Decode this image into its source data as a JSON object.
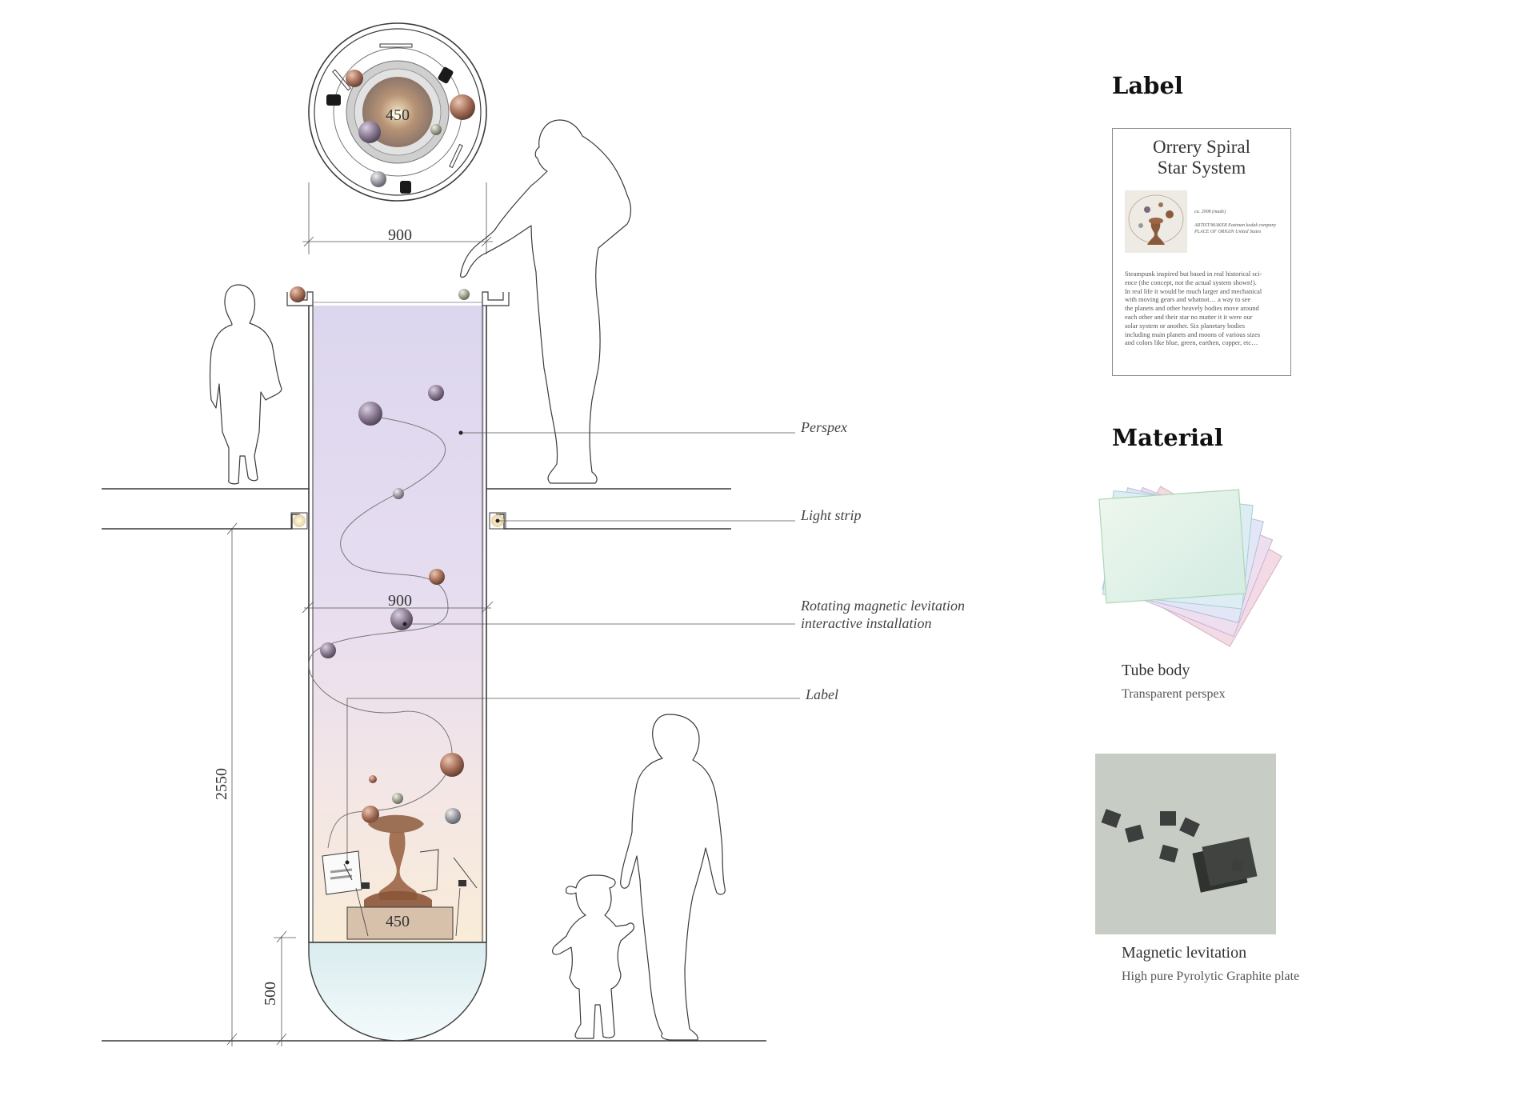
{
  "dimensions": {
    "top_view_inner": "450",
    "top_view_outer": "900",
    "tube_width": "900",
    "base_width": "450",
    "total_height": "2550",
    "bottom_height": "500"
  },
  "callouts": {
    "perspex": "Perspex",
    "light_strip": "Light strip",
    "levitation_line1": "Rotating magnetic levitation",
    "levitation_line2": "interactive installation",
    "label": "Label"
  },
  "label_section": {
    "heading": "Label",
    "card": {
      "title_line1": "Orrery Spiral",
      "title_line2": "Star System",
      "meta_line1": "ca. 2008 (made)",
      "meta_line2": "ARTIST/MAKER Eastman kodak company",
      "meta_line3": "PLACE OF ORIGIN United States",
      "body_lines": [
        "Steampunk inspired but based in real historical sci-",
        "ence (the concept, not the actual system shown!).",
        "In real life it would be much larger and mechanical",
        "with moving gears and whatnot… a way to see",
        "the planets and other heavely bodies move around",
        "each other and their star no matter it it were our",
        "solar system or another. Six planetary bodies",
        "including main planets and moons of various sizes",
        "and colors like blue, green, earthen, copper, etc…"
      ]
    }
  },
  "material_section": {
    "heading": "Material",
    "items": [
      {
        "title": "Tube body",
        "description": "Transparent perspex"
      },
      {
        "title": "Magnetic levitation",
        "description": "High pure Pyrolytic Graphite plate"
      }
    ]
  },
  "colors": {
    "line": "#3a3a3a",
    "tube_top": "#d9d3ec",
    "tube_bottom": "#f8eddc",
    "dome": "#e6f3f5",
    "graphite_bg": "#c7cdc5",
    "graphite_plate": "#3c3f3d"
  }
}
